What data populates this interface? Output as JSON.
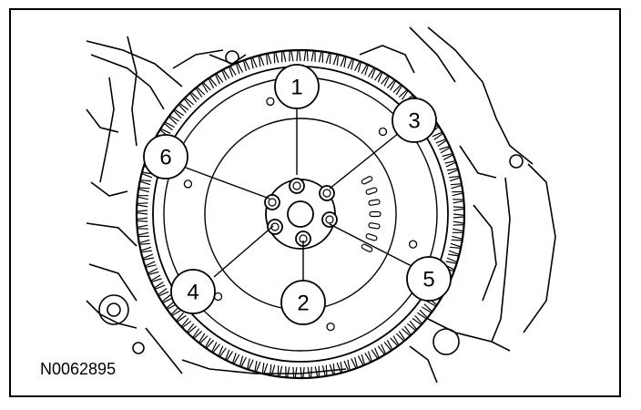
{
  "figure": {
    "id_label": "N0062895",
    "callouts": [
      {
        "number": "1"
      },
      {
        "number": "2"
      },
      {
        "number": "3"
      },
      {
        "number": "4"
      },
      {
        "number": "5"
      },
      {
        "number": "6"
      }
    ]
  }
}
